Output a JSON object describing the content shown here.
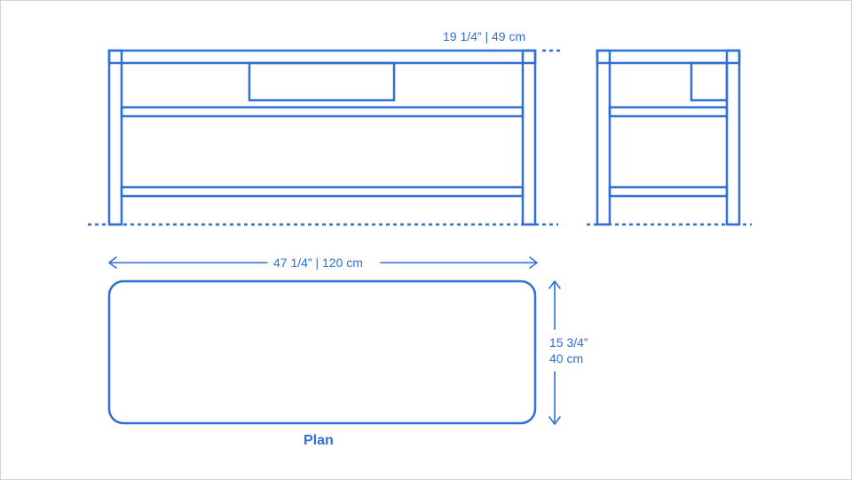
{
  "dimensions": {
    "height_label": "19 1/4” | 49 cm",
    "width_label": "47 1/4” | 120 cm",
    "depth_label_imperial": "15 3/4”",
    "depth_label_metric": "40 cm"
  },
  "views": {
    "plan_label": "Plan"
  },
  "colors": {
    "line": "#2f6fd6"
  }
}
